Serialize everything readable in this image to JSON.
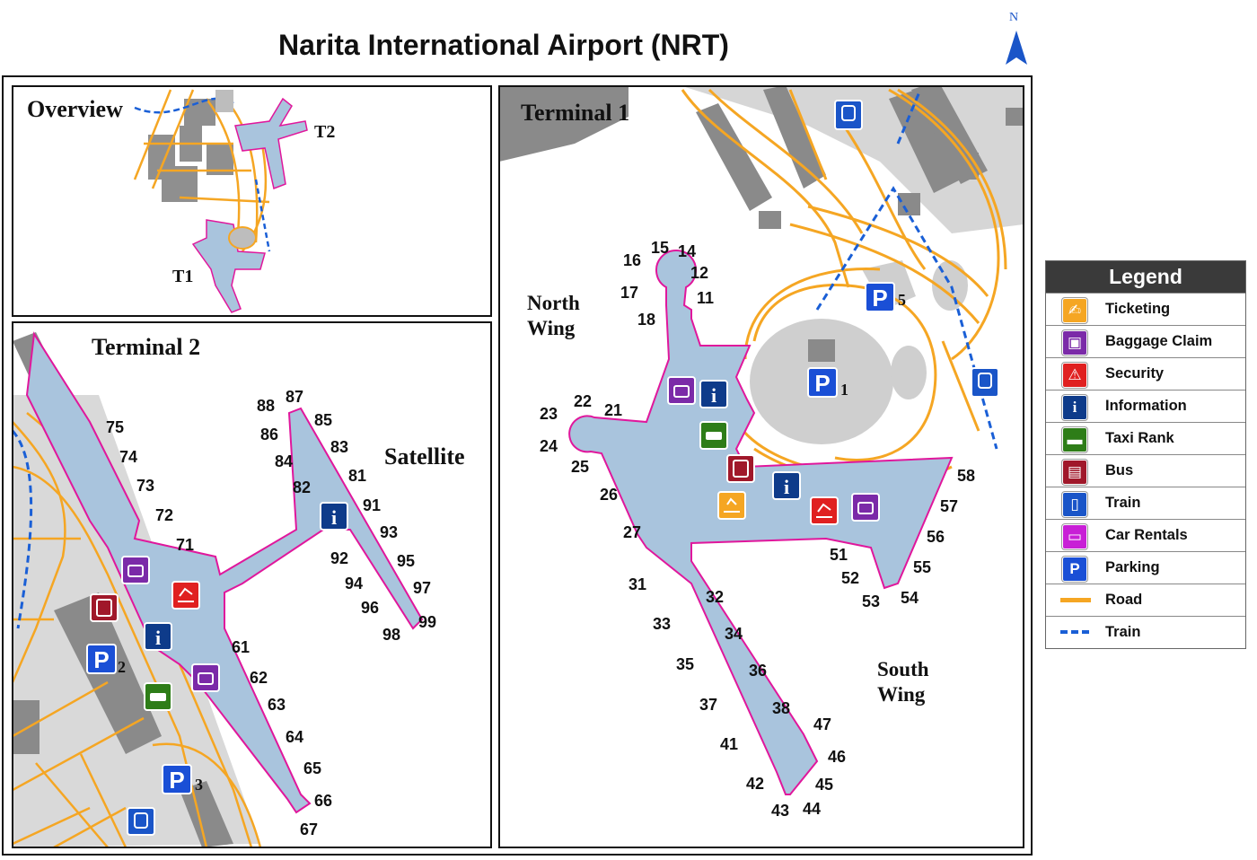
{
  "title": "Narita International Airport (NRT)",
  "north_label": "N",
  "panels": {
    "overview": {
      "title": "Overview",
      "labels": [
        "T2",
        "T1"
      ]
    },
    "terminal2": {
      "title": "Terminal 2",
      "satellite_label": "Satellite",
      "gates": [
        "75",
        "74",
        "73",
        "72",
        "71",
        "61",
        "62",
        "63",
        "64",
        "65",
        "66",
        "67",
        "88",
        "87",
        "86",
        "85",
        "84",
        "83",
        "82",
        "81",
        "91",
        "92",
        "93",
        "94",
        "95",
        "96",
        "97",
        "98",
        "99"
      ],
      "parking": [
        "2",
        "3"
      ]
    },
    "terminal1": {
      "title": "Terminal 1",
      "north_wing": "North Wing",
      "south_wing": "South Wing",
      "gates": [
        "16",
        "15",
        "14",
        "12",
        "11",
        "17",
        "18",
        "22",
        "21",
        "23",
        "24",
        "25",
        "26",
        "27",
        "31",
        "32",
        "33",
        "34",
        "35",
        "36",
        "37",
        "38",
        "41",
        "42",
        "43",
        "44",
        "45",
        "46",
        "47",
        "51",
        "52",
        "53",
        "54",
        "55",
        "56",
        "57",
        "58"
      ],
      "parking": [
        "5",
        "1"
      ]
    }
  },
  "legend": {
    "title": "Legend",
    "items": [
      {
        "label": "Ticketing",
        "icon": "ticketing-icon",
        "color": "#f5a623"
      },
      {
        "label": "Baggage Claim",
        "icon": "baggage-icon",
        "color": "#7b2aa8"
      },
      {
        "label": "Security",
        "icon": "security-icon",
        "color": "#e02020"
      },
      {
        "label": "Information",
        "icon": "information-icon",
        "color": "#0e3b8a"
      },
      {
        "label": "Taxi Rank",
        "icon": "taxi-icon",
        "color": "#2e7d18"
      },
      {
        "label": "Bus",
        "icon": "bus-icon",
        "color": "#a0182a"
      },
      {
        "label": "Train",
        "icon": "train-icon",
        "color": "#1a55c8"
      },
      {
        "label": "Car Rentals",
        "icon": "car-rental-icon",
        "color": "#c81fd6"
      },
      {
        "label": "Parking",
        "icon": "parking-icon",
        "color": "#1a4fd6"
      },
      {
        "label": "Road",
        "icon": "road-swatch",
        "color": "#f5a623"
      },
      {
        "label": "Train",
        "icon": "train-line-swatch",
        "color": "#1a5fd6"
      }
    ]
  },
  "colors": {
    "terminal_fill": "#a9c4dd",
    "terminal_outline": "#e0179c",
    "road": "#f5a623",
    "building": "#8a8a8a",
    "ground": "#d6d6d6"
  }
}
